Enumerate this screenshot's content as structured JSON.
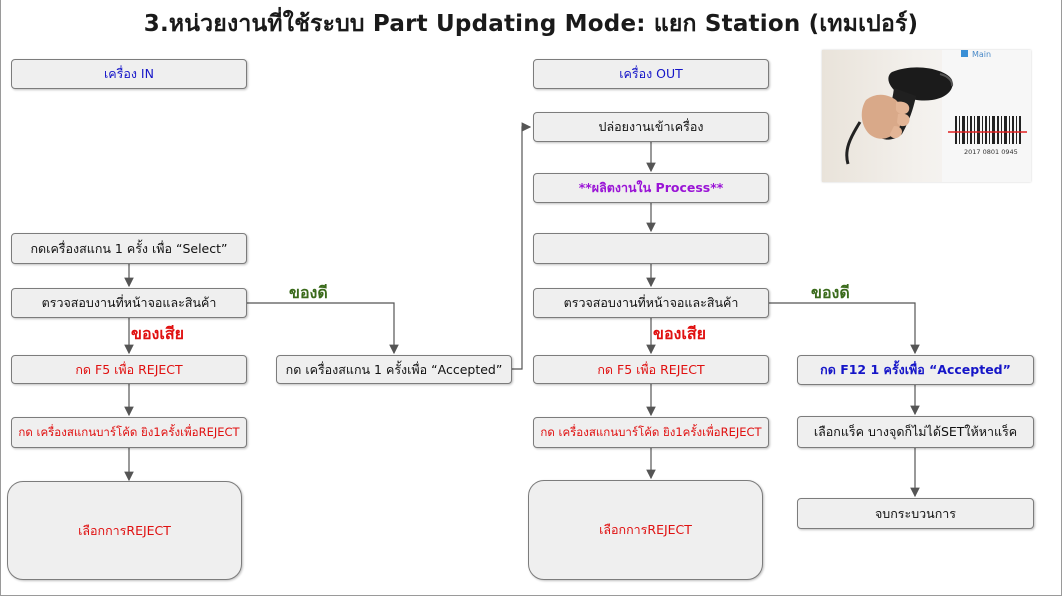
{
  "title": "3.หน่วยงานที่ใช้ระบบ  Part Updating Mode: แยก  Station (เทมเปอร์)",
  "left_flow": {
    "header": "เครื่อง IN",
    "scan_select": "กดเครื่องสแกน 1 ครั้ง เพื่อ “Select”",
    "check": "ตรวจสอบงานที่หน้าจอและสินค้า",
    "good_label": "ของดี",
    "bad_label": "ของเสีย",
    "f5_reject": "กด F5 เพื่อ REJECT",
    "scan_reject": "กด เครื่องสแกนบาร์โค้ด ยิง1ครั้งเพื่อREJECT",
    "select_reject": "เลือกการREJECT",
    "scan_accepted": "กด เครื่องสแกน 1 ครั้งเพื่อ “Accepted”"
  },
  "right_flow": {
    "header": "เครื่อง OUT",
    "release": "ปล่อยงานเข้าเครื่อง",
    "process": "**ผลิตงานใน Process**",
    "empty_box": "",
    "check": "ตรวจสอบงานที่หน้าจอและสินค้า",
    "good_label": "ของดี",
    "bad_label": "ของเสีย",
    "f5_reject": "กด F5 เพื่อ REJECT",
    "scan_reject": "กด เครื่องสแกนบาร์โค้ด ยิง1ครั้งเพื่อREJECT",
    "select_reject": "เลือกการREJECT",
    "f12_accepted": "กด F12  1 ครั้งเพื่อ “Accepted”",
    "choose_rack": "เลือกแร็ค บางจุดก็ไม่ได้SETให้หาแร็ค",
    "end": "จบกระบวนการ"
  },
  "scanner_photo": {
    "corner_text": "Main",
    "barcode_number": "2017 0801 0945"
  },
  "colors": {
    "box_fill": "#efefef",
    "box_border": "#7c7c7c",
    "arrow": "#555555",
    "blue_text": "#1515c8",
    "red_text": "#e01010",
    "purple_text": "#9a14d6",
    "green_text": "#3b6b1c"
  }
}
